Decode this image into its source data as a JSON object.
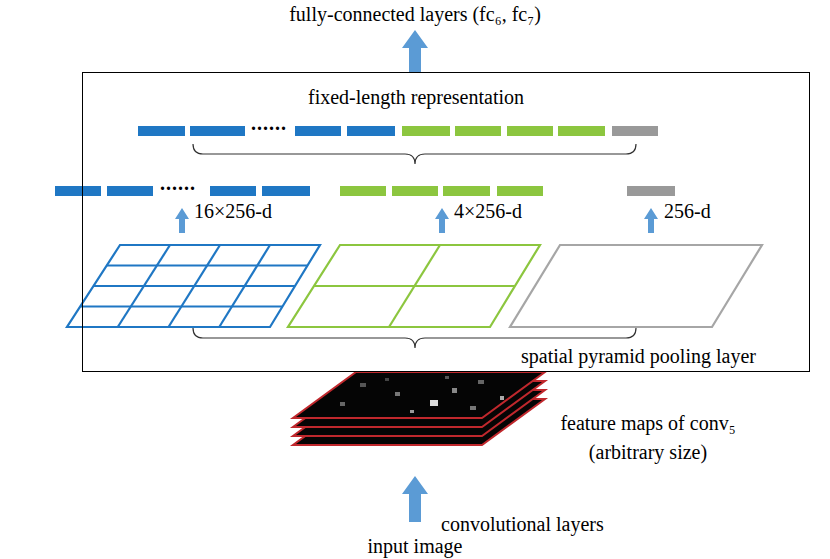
{
  "diagram": {
    "nodes": [
      {
        "text": [
          "fixed-length representation",
          "spatial pyramid pooling layer"
        ]
      }
    ],
    "labels": [
      "fully-connected layers (fc₆, fc₇)",
      "......",
      "......",
      "16×256-d",
      "4×256-d",
      "256-d",
      "feature maps of conv₅ (arbitrary size)",
      "convolutional layers",
      "input image"
    ]
  }
}
